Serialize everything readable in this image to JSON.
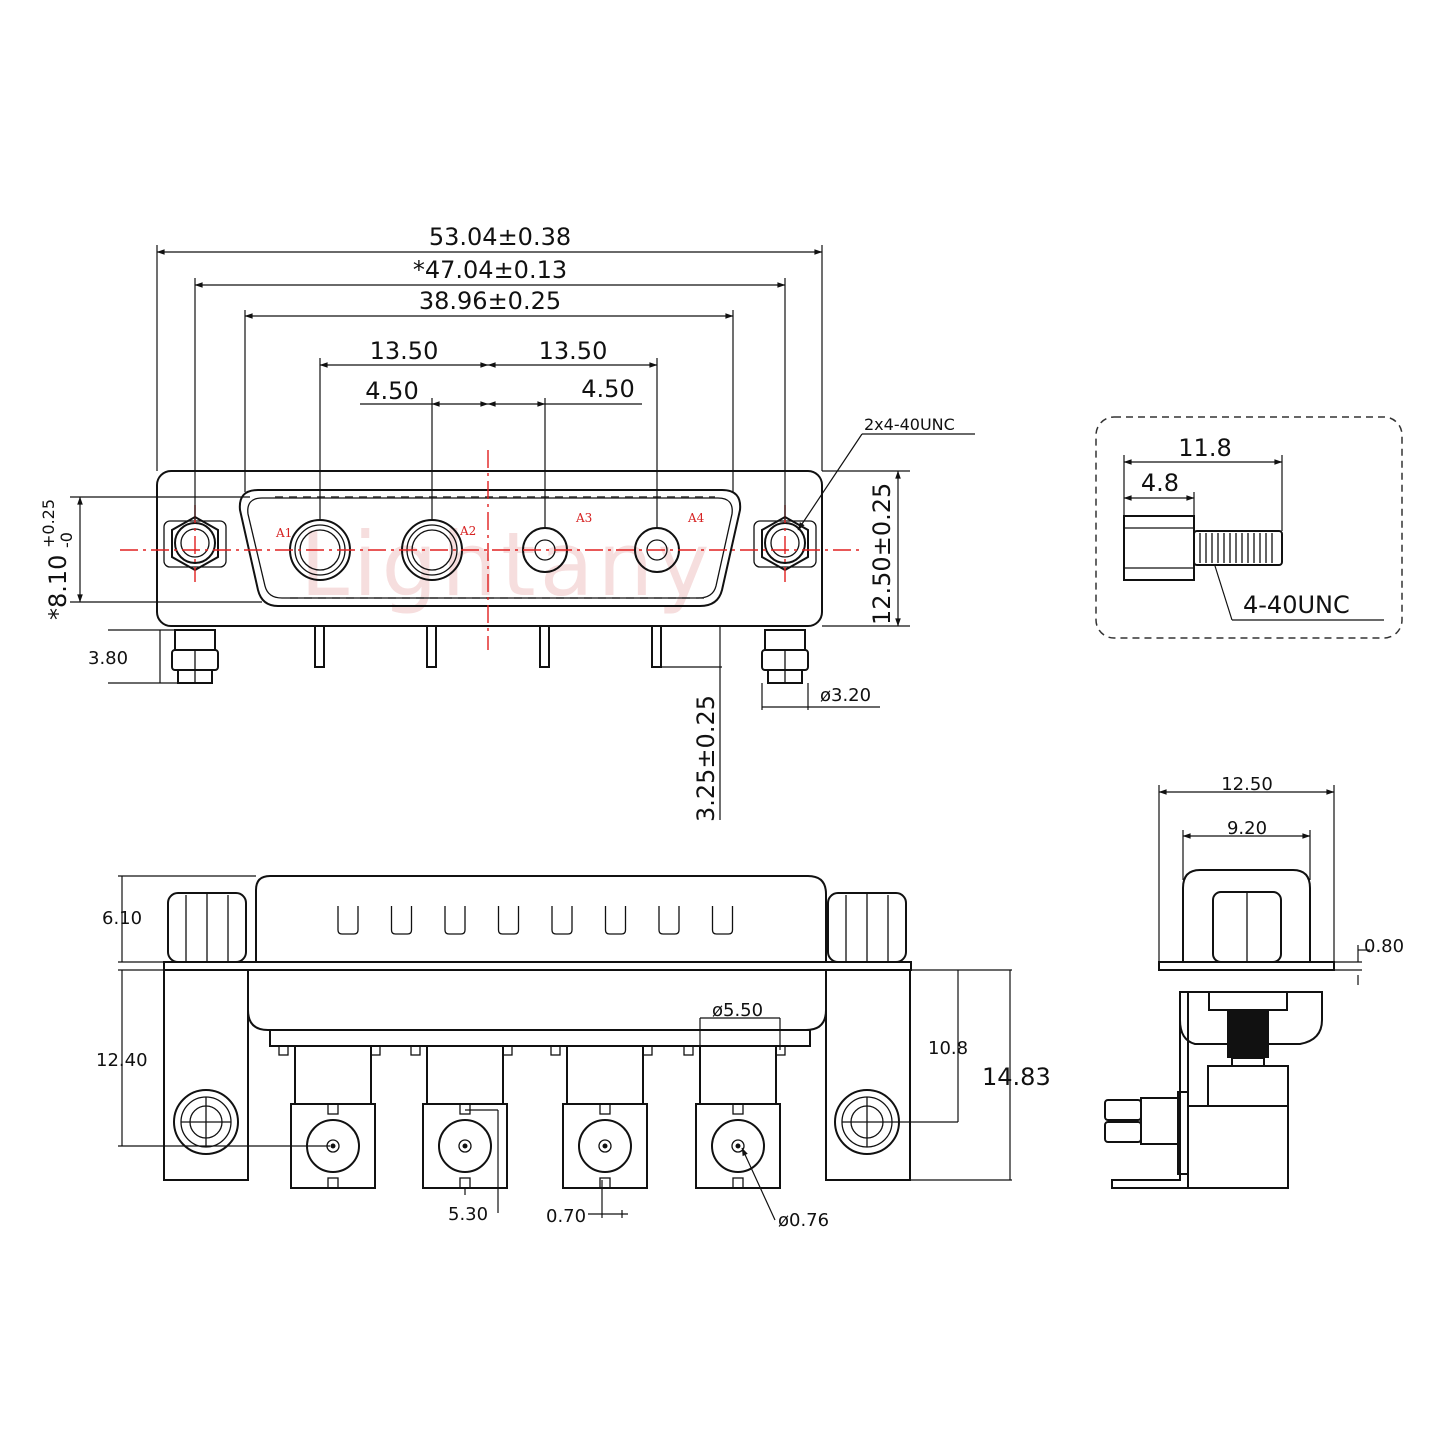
{
  "watermark": "Lightany",
  "front_view": {
    "dims": {
      "overall_width": "53.04±0.38",
      "mount_hole_spacing": "*47.04±0.13",
      "shell_width": "38.96±0.25",
      "pitch_left": "13.50",
      "pitch_right": "13.50",
      "offset_left": "4.50",
      "offset_right": "4.50",
      "thread_callout": "2x4-40UNC",
      "shell_height": "*8.10",
      "shell_height_tol_upper": "+0.25",
      "shell_height_tol_lower": "-0",
      "flange_height": "12.50±0.25",
      "board_lock_height": "3.80",
      "board_lock_dia": "ø3.20",
      "pin_length": "3.25±0.25"
    },
    "pin_labels": [
      "A1",
      "A2",
      "A3",
      "A4"
    ]
  },
  "screw_detail": {
    "length": "11.8",
    "hex_length": "4.8",
    "thread": "4-40UNC"
  },
  "bottom_view": {
    "dims": {
      "shell_depth": "6.10",
      "mount_hole_height": "12.40",
      "pcb_to_contact": "10.8",
      "overall_depth": "14.83",
      "contact_dia": "ø5.50",
      "pin_spacing": "5.30",
      "pin_width": "0.70",
      "pin_hole_dia": "ø0.76"
    }
  },
  "side_view": {
    "dims": {
      "flange_width": "12.50",
      "shell_width": "9.20",
      "flange_thickness": "0.80"
    }
  }
}
